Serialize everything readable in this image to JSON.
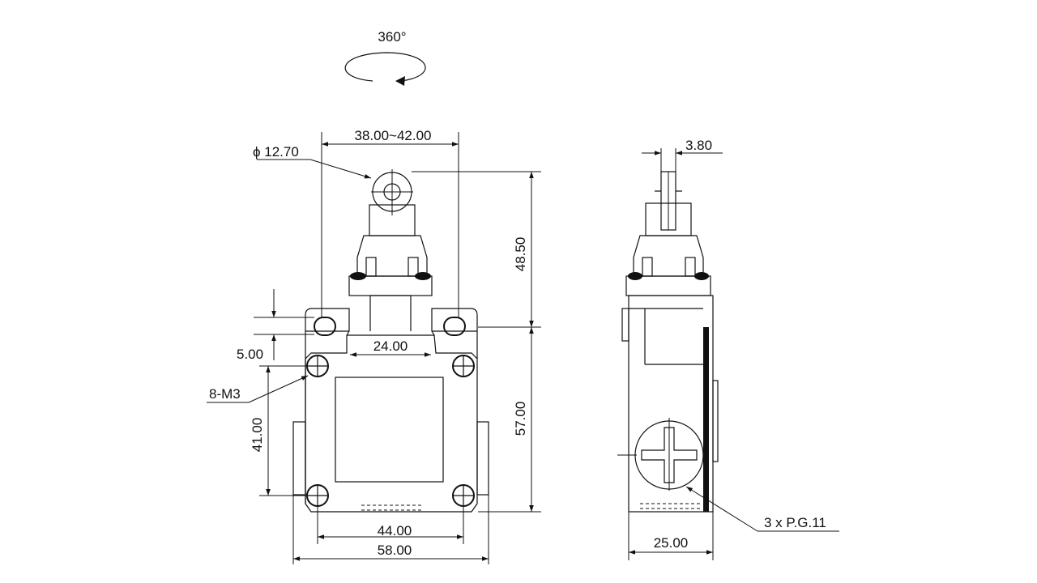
{
  "rotation_label": "360°",
  "dimensions": {
    "arm_width_range": "38.00~42.00",
    "roller_diameter": "ϕ 12.70",
    "roller_thickness": "3.80",
    "actuator_height": "48.50",
    "body_height": "57.00",
    "neck_width": "24.00",
    "slot_height": "5.00",
    "screws": "8-M3",
    "screw_vertical_pitch": "41.00",
    "screw_horizontal_pitch": "44.00",
    "overall_width": "58.00",
    "side_depth": "25.00",
    "conduit": "3 x P.G.11"
  }
}
